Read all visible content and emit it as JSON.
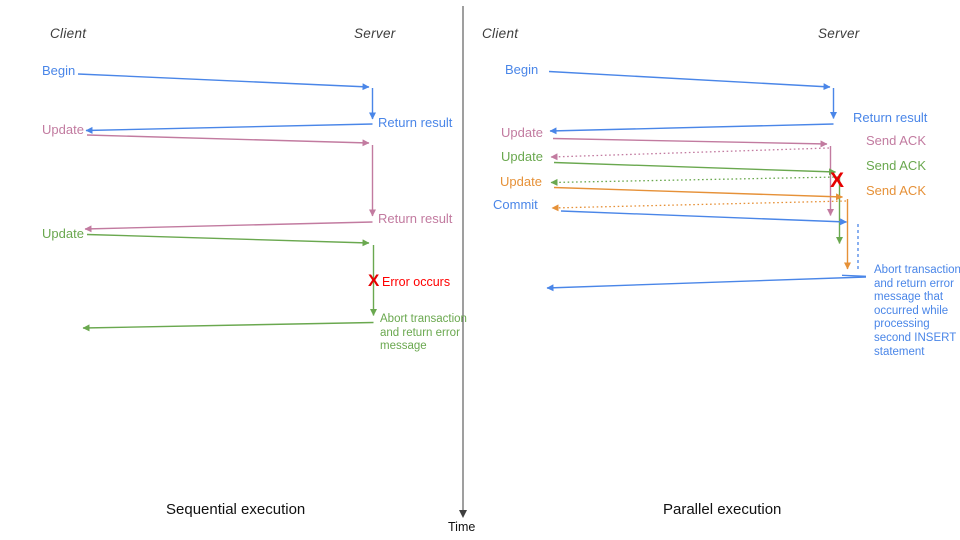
{
  "diagram_title": "Transaction execution sequence diagrams",
  "colors": {
    "begin_commit_blue": "#4a86e8",
    "update1_pink": "#c27ba0",
    "update2_green": "#6aa84f",
    "update3_orange": "#e69138",
    "error_red": "#ff0000",
    "error_x_red": "#e60000",
    "axis_gray": "#3f3f3f",
    "header_gray": "#3d3d3d"
  },
  "time_axis": {
    "label": "Time"
  },
  "left": {
    "client_header": "Client",
    "server_header": "Server",
    "caption": "Sequential execution",
    "begin_label": "Begin",
    "return_result_1": "Return result",
    "update_1": "Update",
    "return_result_2": "Return result",
    "update_2": "Update",
    "error_x": "X",
    "error_label": "Error occurs",
    "abort_label": "Abort transaction and return error message"
  },
  "right": {
    "client_header": "Client",
    "server_header": "Server",
    "caption": "Parallel execution",
    "begin_label": "Begin",
    "return_result": "Return result",
    "update_1": "Update",
    "send_ack_1": "Send ACK",
    "update_2": "Update",
    "send_ack_2": "Send ACK",
    "update_3": "Update",
    "send_ack_3": "Send ACK",
    "commit_label": "Commit",
    "error_x": "X",
    "abort_label": "Abort transaction and return error message that occurred while processing second INSERT statement"
  }
}
